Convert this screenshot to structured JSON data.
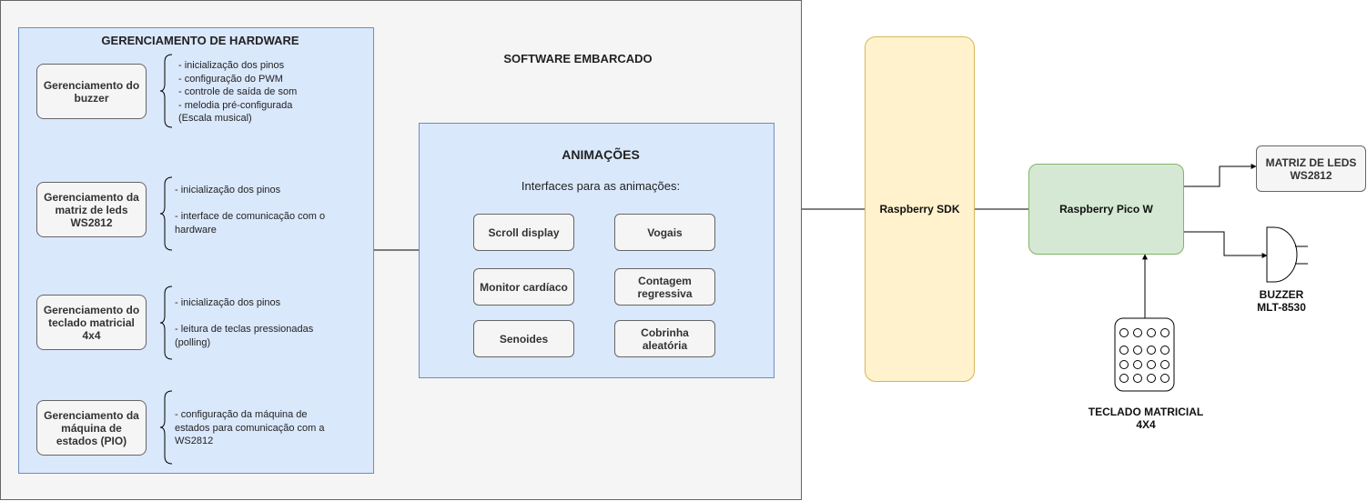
{
  "software": {
    "title": "SOFTWARE EMBARCADO"
  },
  "hardware": {
    "title": "GERENCIAMENTO DE HARDWARE",
    "modules": [
      {
        "name": "Gerenciamento do buzzer",
        "description": [
          "- inicialização dos pinos",
          "- configuração do PWM",
          "-  controle de saída de som",
          "- melodia pré-configurada",
          "(Escala musical)"
        ]
      },
      {
        "name": "Gerenciamento da matriz de leds WS2812",
        "description": [
          "- inicialização dos pinos",
          "",
          "- interface de comunicação com o",
          "hardware"
        ]
      },
      {
        "name": "Gerenciamento do teclado matricial 4x4",
        "description": [
          "- inicialização dos pinos",
          "",
          "- leitura de teclas pressionadas",
          "(polling)"
        ]
      },
      {
        "name": "Gerenciamento da máquina de estados (PIO)",
        "description": [
          "- configuração da máquina de",
          "estados para comunicação com a",
          "WS2812"
        ]
      }
    ]
  },
  "animations": {
    "title": "ANIMAÇÕES",
    "subtitle": "Interfaces para as animações:",
    "items": [
      "Scroll display",
      "Vogais",
      "Monitor cardíaco",
      "Contagem regressiva",
      "Senoides",
      "Cobrinha aleatória"
    ]
  },
  "sdk": {
    "label": "Raspberry SDK"
  },
  "pico": {
    "label": "Raspberry Pico W"
  },
  "matrix": {
    "label": "MATRIZ DE LEDS WS2812"
  },
  "buzzer": {
    "label_line1": "BUZZER",
    "label_line2": "MLT-8530"
  },
  "keypad": {
    "label_line1": "TECLADO MATRICIAL",
    "label_line2": "4X4"
  }
}
